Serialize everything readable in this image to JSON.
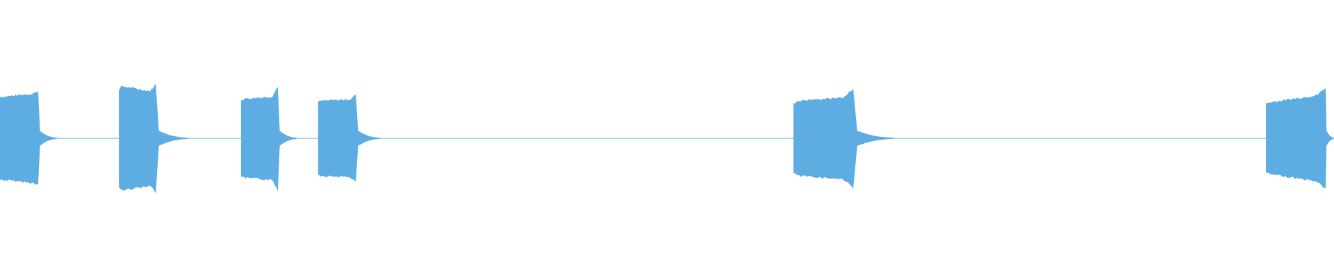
{
  "waveform": {
    "color": "#5dade2",
    "background": "#ffffff",
    "clips": [
      {
        "start": 0.0,
        "end": 0.0286,
        "attack": 0.0,
        "peak": 0.6,
        "sustain": 0.64,
        "end_level": 0.68,
        "tail": 0.014
      },
      {
        "start": 0.0891,
        "end": 0.1167,
        "attack": 0.7,
        "peak": 0.75,
        "sustain": 0.68,
        "end_level": 0.78,
        "tail": 0.024
      },
      {
        "start": 0.1807,
        "end": 0.2083,
        "attack": 0.55,
        "peak": 0.57,
        "sustain": 0.6,
        "end_level": 0.75,
        "tail": 0.014
      },
      {
        "start": 0.2385,
        "end": 0.2667,
        "attack": 0.52,
        "peak": 0.54,
        "sustain": 0.56,
        "end_level": 0.63,
        "tail": 0.018
      },
      {
        "start": 0.5948,
        "end": 0.6396,
        "attack": 0.5,
        "peak": 0.54,
        "sustain": 0.59,
        "end_level": 0.72,
        "tail": 0.03
      },
      {
        "start": 0.949,
        "end": 0.9938,
        "attack": 0.5,
        "peak": 0.52,
        "sustain": 0.62,
        "end_level": 0.73,
        "tail": 0.006
      }
    ],
    "baseline_noise": 0.006
  }
}
